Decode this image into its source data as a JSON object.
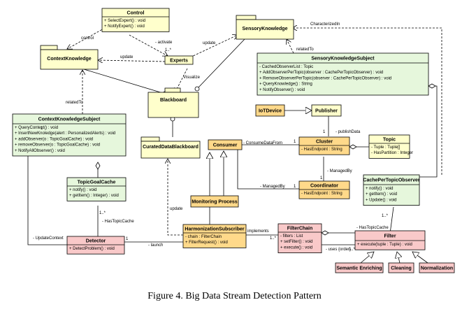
{
  "caption": "Figure 4. Big Data Stream Detection Pattern",
  "colors": {
    "yellow": "#ffffcc",
    "green": "#e6f7dc",
    "red": "#f9c9c9",
    "orange": "#ffd98a",
    "stroke": "#000000"
  },
  "classes": [
    {
      "id": "control",
      "name": "Control",
      "color": "yellow",
      "members": [
        "+ SelectExpert() : void",
        "+ NotifyExpert() : void"
      ]
    },
    {
      "id": "experts",
      "name": "Experts",
      "color": "yellow",
      "members": []
    },
    {
      "id": "context-knowledge-subject",
      "name": "ContextKnowledgeSubject",
      "color": "green",
      "members": [
        "+ QueryContext() : void",
        "+ InsertNewKnoledge(alert : PersonalizedAlerts) : void",
        "+ addObserver(o : TopicGoalCache) : void",
        "+ removeObserver(o : TopicGoalCache) : void",
        "+ NotifyAllObserver() : void"
      ]
    },
    {
      "id": "topic-goal-cache",
      "name": "TopicGoalCache",
      "color": "green",
      "members": [
        "+ notify() : void",
        "+ getItem() : Integer) : void"
      ]
    },
    {
      "id": "detector",
      "name": "Detector",
      "color": "red",
      "members": [
        "+ DetectProblem() : void"
      ]
    },
    {
      "id": "sensory-knowledge-subject",
      "name": "SensoryKnowledgeSubject",
      "color": "green",
      "members": [
        "- CachedObserverList : Topic",
        "+ AddObserverPerTopic(observer : CachePerTopicObserver) : void",
        "+ RemoveObserverPerTopic(observer : CachePerTopicObserver) : void",
        "+ QueryKnowledge() : String",
        "+ NotifyObserver() : void"
      ]
    },
    {
      "id": "iot-device",
      "name": "IoTDevice",
      "color": "orange",
      "members": []
    },
    {
      "id": "publisher",
      "name": "Publisher",
      "color": "yellow",
      "members": []
    },
    {
      "id": "consumer",
      "name": "Consumer",
      "color": "orange",
      "members": []
    },
    {
      "id": "cluster",
      "name": "Cluster",
      "color": "orange",
      "members": [
        "- HasEndpoint : String"
      ]
    },
    {
      "id": "topic",
      "name": "Topic",
      "color": "yellow",
      "members": [
        "- Tuple : Tuple[]",
        "- HasPartition : Integer"
      ]
    },
    {
      "id": "coordinator",
      "name": "Coordinator",
      "color": "orange",
      "members": [
        "- HasEndpoint : String"
      ]
    },
    {
      "id": "cache-per-topic-observer",
      "name": "CachePerTopicObserver",
      "color": "green",
      "members": [
        "+ notify() : void",
        "+ getItem() : void",
        "+ Update() : void"
      ]
    },
    {
      "id": "monitoring-process",
      "name": "Monitoring Process",
      "color": "orange",
      "members": []
    },
    {
      "id": "harmonization-subscriber",
      "name": "HarmonizationSubscriber",
      "color": "orange",
      "members": [
        "- chain : FilterChain",
        "+ FilterRequest() : void"
      ]
    },
    {
      "id": "filter-chain",
      "name": "FilterChain",
      "color": "red",
      "members": [
        "- filters : List",
        "+ setFilter() : void",
        "+ execute() : void"
      ]
    },
    {
      "id": "filter",
      "name": "Filter",
      "color": "red",
      "members": [
        "+ execute(tuple : Tuple) : void"
      ]
    },
    {
      "id": "semantic-enriching",
      "name": "Semantic Enriching",
      "color": "red",
      "members": []
    },
    {
      "id": "cleaning",
      "name": "Cleaning",
      "color": "red",
      "members": []
    },
    {
      "id": "normalization",
      "name": "Normalization",
      "color": "red",
      "members": []
    }
  ],
  "packages": [
    {
      "id": "context-knowledge",
      "name": "ContextKnowledge"
    },
    {
      "id": "sensory-knowledge",
      "name": "SensoryKnowledge"
    },
    {
      "id": "blackboard",
      "name": "Blackboard"
    },
    {
      "id": "curated-data-blackboard",
      "name": "CuratedDataBlackboard"
    }
  ],
  "labels": [
    {
      "id": "control",
      "text": "control"
    },
    {
      "id": "activate",
      "text": "- activate"
    },
    {
      "id": "activate-mult",
      "text": "1..*"
    },
    {
      "id": "update-1",
      "text": "update"
    },
    {
      "id": "update-2",
      "text": "update"
    },
    {
      "id": "visualize",
      "text": "Visualize"
    },
    {
      "id": "related-to-1",
      "text": "relatedTo"
    },
    {
      "id": "related-to-2",
      "text": "relatedTo"
    },
    {
      "id": "characterized-in",
      "text": "CharacterizedIn"
    },
    {
      "id": "publish-data",
      "text": "- publishData"
    },
    {
      "id": "publish-mult",
      "text": "1"
    },
    {
      "id": "consume-data-from",
      "text": "- ConsumeDataFrom"
    },
    {
      "id": "consume-mult",
      "text": "1"
    },
    {
      "id": "managed-by-1",
      "text": "- ManagedBy"
    },
    {
      "id": "managed-by-1-mult",
      "text": "1"
    },
    {
      "id": "managed-by-2",
      "text": "- ManagedBy"
    },
    {
      "id": "managed-by-2-mult",
      "text": "1"
    },
    {
      "id": "update-3",
      "text": "update"
    },
    {
      "id": "has-topic-cache-1",
      "text": "- HasTopicCache"
    },
    {
      "id": "has-topic-cache-1-mult",
      "text": "1..*"
    },
    {
      "id": "has-topic-cache-2",
      "text": "- HasTopicCache"
    },
    {
      "id": "has-topic-cache-2-mult",
      "text": "1..*"
    },
    {
      "id": "update-context",
      "text": "- UpdateContext"
    },
    {
      "id": "update-context-mult",
      "text": "1"
    },
    {
      "id": "launch",
      "text": "- launch"
    },
    {
      "id": "launch-mult",
      "text": "1"
    },
    {
      "id": "implements",
      "text": "implements"
    },
    {
      "id": "implements-mult",
      "text": "1..*"
    },
    {
      "id": "uses-order",
      "text": "- uses {order}"
    },
    {
      "id": "uses-mult",
      "text": "1..*"
    }
  ]
}
